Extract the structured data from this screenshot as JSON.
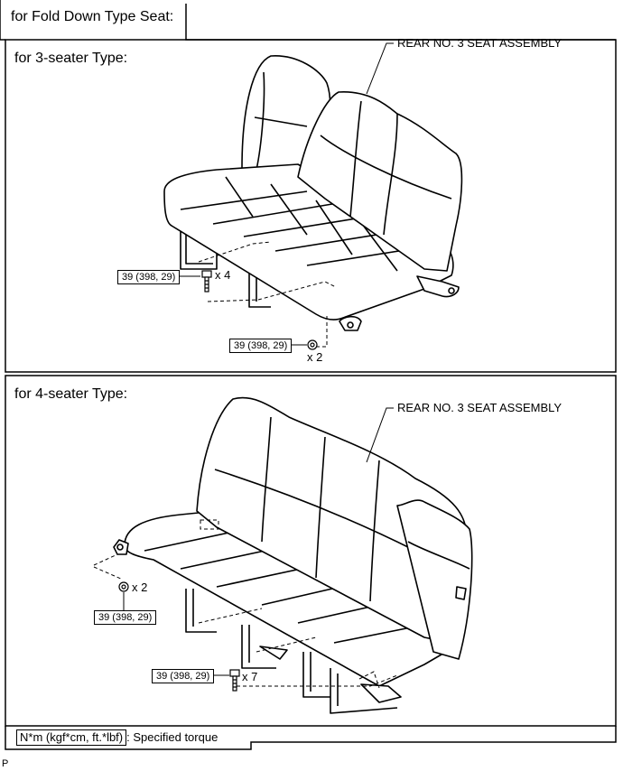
{
  "header": {
    "title": "for Fold Down Type Seat:"
  },
  "panels": [
    {
      "title": "for 3-seater Type:",
      "callout": "REAR NO. 3 SEAT ASSEMBLY",
      "torques": [
        {
          "value": "39 (398, 29)",
          "qty": "x 4"
        },
        {
          "value": "39 (398, 29)",
          "qty": "x 2"
        }
      ]
    },
    {
      "title": "for 4-seater Type:",
      "callout": "REAR NO. 3 SEAT ASSEMBLY",
      "torques": [
        {
          "value": "39 (398, 29)",
          "qty": "x 2"
        },
        {
          "value": "39 (398, 29)",
          "qty": "x 7"
        }
      ]
    }
  ],
  "legend": {
    "key": "N*m (kgf*cm, ft.*lbf)",
    "text": ": Specified torque"
  },
  "footer_mark": "P"
}
